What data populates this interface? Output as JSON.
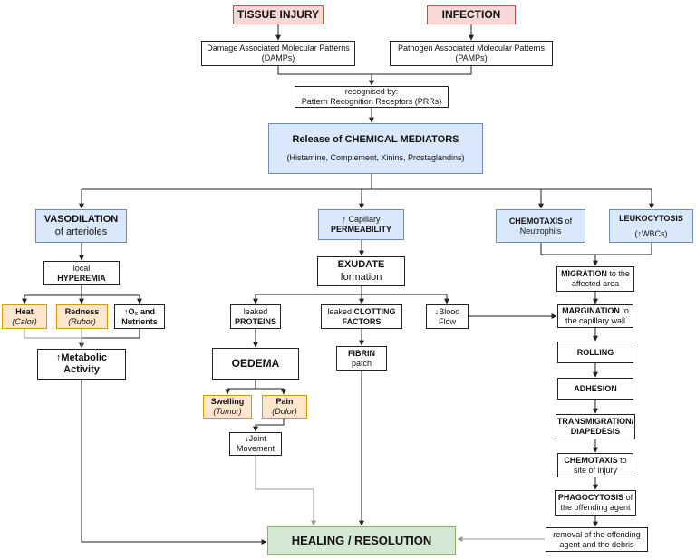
{
  "nodes": {
    "tissue_injury": "TISSUE INJURY",
    "infection": "INFECTION",
    "damps": [
      "Damage Associated Molecular Patterns",
      "(DAMPs)"
    ],
    "pamps": [
      "Pathogen Associated Molecular Patterns",
      "(PAMPs)"
    ],
    "recognised": [
      "recognised by:",
      "Pattern Recognition Receptors (PRRs)"
    ],
    "mediators": [
      "Release of CHEMICAL MEDIATORS",
      "(Histamine, Complement, Kinins, Prostaglandins)"
    ],
    "vasodilation": [
      "VASODILATION",
      "of arterioles"
    ],
    "permeability": [
      "↑ Capillary",
      "PERMEABILITY"
    ],
    "chemotaxis_neutro": [
      "CHEMOTAXIS",
      " of",
      "Neutrophils"
    ],
    "leukocytosis": [
      "LEUKOCYTOSIS",
      "(↑WBCs)"
    ],
    "hyperemia": [
      "local",
      "HYPEREMIA"
    ],
    "heat": [
      "Heat",
      "(Calor)"
    ],
    "redness": [
      "Redness",
      "(Rubor)"
    ],
    "o2": [
      "↑O₂ and",
      "Nutrients"
    ],
    "metabolic": [
      "↑Metabolic",
      "Activity"
    ],
    "exudate": [
      "EXUDATE",
      "formation"
    ],
    "proteins": [
      "leaked",
      "PROTEINS"
    ],
    "clotting": [
      "leaked ",
      "CLOTTING",
      "FACTORS"
    ],
    "blood_flow": [
      "↓Blood",
      "Flow"
    ],
    "oedema": "OEDEMA",
    "swelling": [
      "Swelling",
      "(Tumor)"
    ],
    "pain": [
      "Pain",
      "(Dolor)"
    ],
    "joint": [
      "↓Joint",
      "Movement"
    ],
    "fibrin": [
      "FIBRIN",
      "patch"
    ],
    "migration": [
      "MIGRATION",
      " to the",
      "affected area"
    ],
    "margination": [
      "MARGINATION",
      " to",
      "the capillary wall"
    ],
    "rolling": "ROLLING",
    "adhesion": "ADHESION",
    "transmigration": [
      "TRANSMIGRATION/",
      "DIAPEDESIS"
    ],
    "chemotaxis_site": [
      "CHEMOTAXIS",
      " to",
      "site of injury"
    ],
    "phagocytosis": [
      "PHAGOCYTOSIS",
      " of",
      "the offending agent"
    ],
    "removal": [
      "removal of the offending",
      "agent and the debris"
    ],
    "healing": "HEALING / RESOLUTION"
  },
  "colors": {
    "red_fill": "#f8d7d7",
    "red_border": "#c0504d",
    "blue_fill": "#dae8fc",
    "blue_border": "#6c8ebf",
    "orange_fill": "#ffe6cc",
    "orange_border": "#d79b00",
    "green_fill": "#d5e8d4",
    "green_border": "#82b366",
    "black_line": "#222222",
    "grey_line": "#999999"
  }
}
